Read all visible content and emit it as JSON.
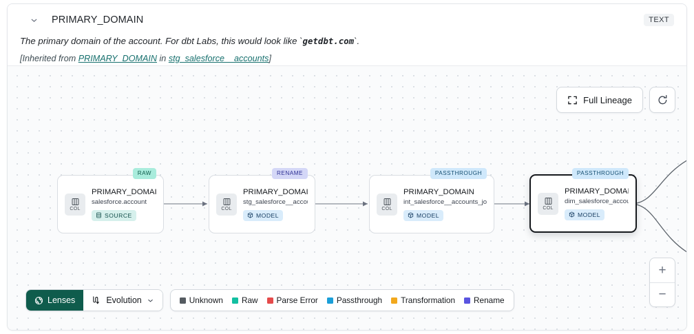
{
  "header": {
    "column_name": "PRIMARY_DOMAIN",
    "type_badge": "TEXT",
    "description_prefix": "The primary domain of the account. For dbt Labs, this would look like `",
    "description_code": "getdbt.com",
    "description_suffix": "`.",
    "inherited_prefix": "[Inherited from ",
    "inherited_link": "PRIMARY_DOMAIN",
    "inherited_middle": " in ",
    "inherited_model": "stg_salesforce__accounts",
    "inherited_suffix": "]"
  },
  "controls": {
    "full_lineage_label": "Full Lineage",
    "refresh_label": "",
    "zoom_in": "+",
    "zoom_out": "−"
  },
  "bottom": {
    "lenses_label": "Lenses",
    "evolution_label": "Evolution"
  },
  "legend": {
    "items": [
      {
        "label": "Unknown",
        "color": "#555b61"
      },
      {
        "label": "Raw",
        "color": "#13bfa1"
      },
      {
        "label": "Parse Error",
        "color": "#e54b4b"
      },
      {
        "label": "Passthrough",
        "color": "#1b9fd8"
      },
      {
        "label": "Transformation",
        "color": "#f2a81d"
      },
      {
        "label": "Rename",
        "color": "#5a55e0"
      }
    ]
  },
  "lineage": {
    "nodes": [
      {
        "name": "PRIMARY_DOMAIN__C",
        "parent": "salesforce.account",
        "kind": "SOURCE",
        "tag": "RAW",
        "col_label": "COL",
        "selected": false
      },
      {
        "name": "PRIMARY_DOMAIN",
        "parent": "stg_salesforce__accounts",
        "kind": "MODEL",
        "tag": "RENAME",
        "col_label": "COL",
        "selected": false
      },
      {
        "name": "PRIMARY_DOMAIN",
        "parent": "int_salesforce__accounts_joined",
        "kind": "MODEL",
        "tag": "PASSTHROUGH",
        "col_label": "COL",
        "selected": false
      },
      {
        "name": "PRIMARY_DOMAIN",
        "parent": "dim_salesforce_accounts",
        "kind": "MODEL",
        "tag": "PASSTHROUGH",
        "col_label": "COL",
        "selected": true
      }
    ]
  }
}
